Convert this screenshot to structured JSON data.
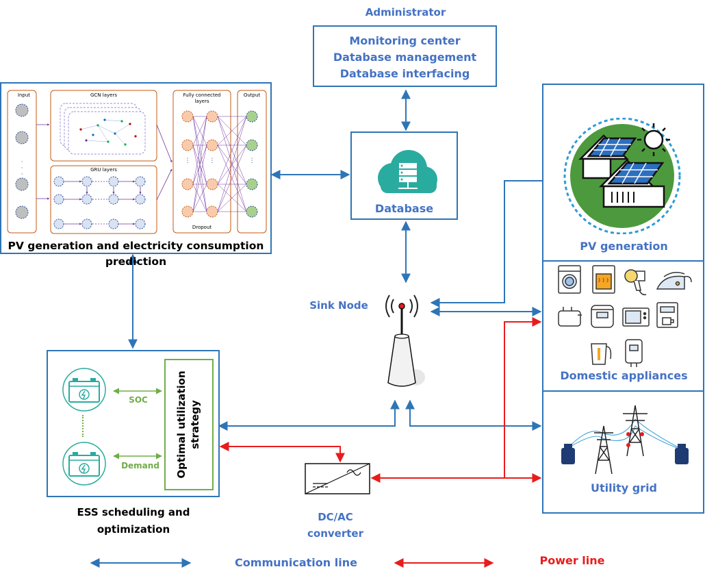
{
  "admin": {
    "title": "Administrator",
    "lines": [
      "Monitoring center",
      "Database management",
      "Database interfacing"
    ]
  },
  "database": {
    "label": "Database"
  },
  "prediction": {
    "title_line1": "PV generation and electricity consumption",
    "title_line2": "prediction",
    "nn": {
      "input": "Input",
      "gcn": "GCN layers",
      "gru": "GRU layers",
      "fc_line1": "Fully connected",
      "fc_line2": "layers",
      "dropout": "Dropout",
      "output": "Output"
    }
  },
  "sink": {
    "label": "Sink Node"
  },
  "ess": {
    "title_line1": "ESS scheduling and",
    "title_line2": "optimization",
    "soc": "SOC",
    "demand": "Demand",
    "strategy_line1": "Optimal utilization",
    "strategy_line2": "strategy"
  },
  "converter": {
    "line1": "DC/AC",
    "line2": "converter"
  },
  "right": {
    "pv": "PV generation",
    "appliances": "Domestic appliances",
    "grid": "Utility grid"
  },
  "legend": {
    "comm": "Communication line",
    "power": "Power line"
  },
  "colors": {
    "comm_line": "#2e75b6",
    "power_line": "#e81c1c",
    "ess_green": "#70ad47",
    "label_blue": "#4472c4",
    "nn_orange": "#c55a11"
  }
}
